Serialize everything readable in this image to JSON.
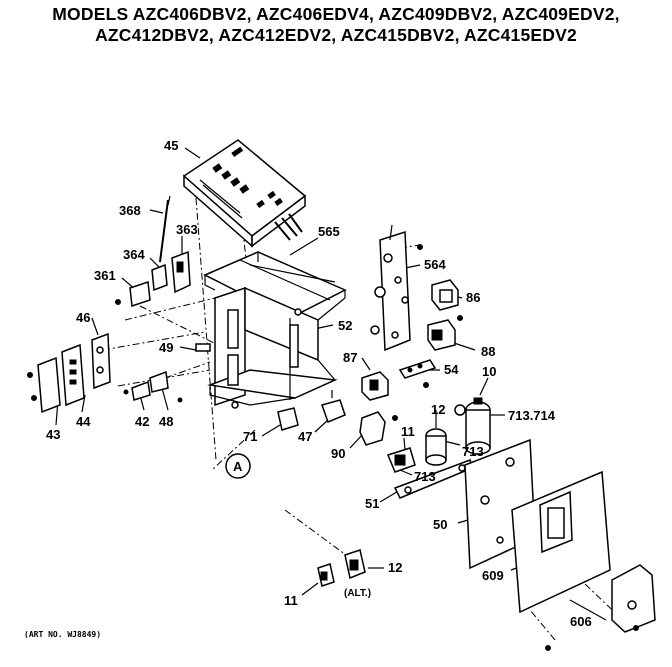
{
  "header": {
    "line1": "MODELS AZC406DBV2, AZC406EDV4, AZC409DBV2, AZC409EDV2,",
    "line2": "AZC412DBV2, AZC412EDV2, AZC415DBV2, AZC415EDV2"
  },
  "art_number": "(ART NO. WJ8849)",
  "alt_note": "(ALT.)",
  "callouts": {
    "c45": "45",
    "c368": "368",
    "c364": "364",
    "c363": "363",
    "c361": "361",
    "c565": "565",
    "c564": "564",
    "c86": "86",
    "c46": "46",
    "c52": "52",
    "c49": "49",
    "c87": "87",
    "c88": "88",
    "c54": "54",
    "c10": "10",
    "c713a": "713.714",
    "c12a": "12",
    "c11a": "11",
    "c713b": "713",
    "c713c": "713",
    "c43": "43",
    "c44": "44",
    "c42": "42",
    "c48": "48",
    "c71": "71",
    "c47": "47",
    "c90": "90",
    "cA": "A",
    "c51": "51",
    "c50": "50",
    "c609": "609",
    "c606": "606",
    "c12b": "12",
    "c11b": "11"
  }
}
